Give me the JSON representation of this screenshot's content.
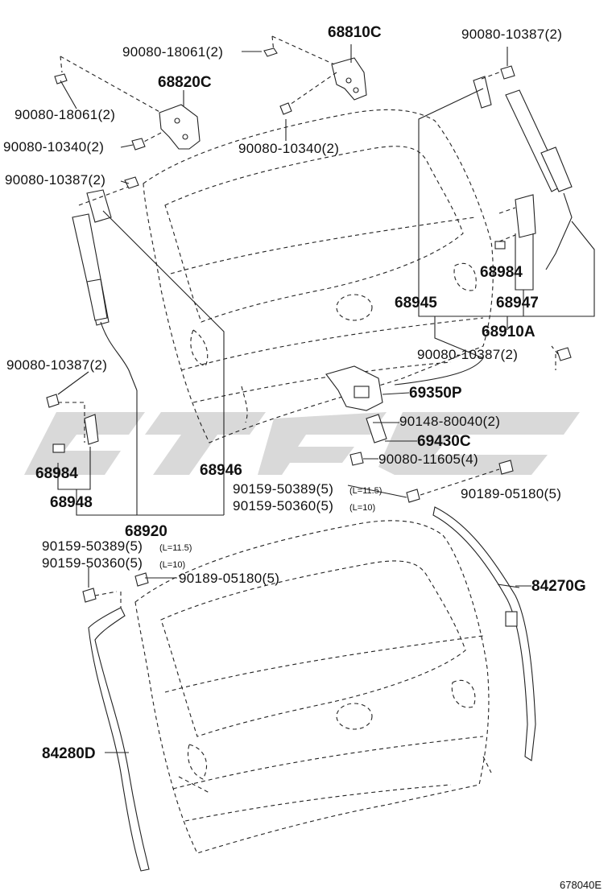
{
  "labels": {
    "l68810C": "68810C",
    "l68820C": "68820C",
    "l90080_18061_a": "90080-18061(2)",
    "l90080_18061_b": "90080-18061(2)",
    "l90080_10387_a": "90080-10387(2)",
    "l90080_10387_b": "90080-10387(2)",
    "l90080_10387_c": "90080-10387(2)",
    "l90080_10387_d": "90080-10387(2)",
    "l90080_10340_a": "90080-10340(2)",
    "l90080_10340_b": "90080-10340(2)",
    "l68984_a": "68984",
    "l68984_b": "68984",
    "l68947": "68947",
    "l68945": "68945",
    "l68910A": "68910A",
    "l69350P": "69350P",
    "l90148_80040": "90148-80040(2)",
    "l69430C": "69430C",
    "l90080_11605": "90080-11605(4)",
    "l68948": "68948",
    "l68946": "68946",
    "l68920": "68920",
    "l90159_50389_a": "90159-50389(5)",
    "l90159_50360_a": "90159-50360(5)",
    "l90159_50389_b": "90159-50389(5)",
    "l90159_50360_b": "90159-50360(5)",
    "lL115_a": "(L=11.5)",
    "lL10_a": "(L=10)",
    "lL115_b": "(L=11.5)",
    "lL10_b": "(L=10)",
    "l90189_05180_a": "90189-05180(5)",
    "l90189_05180_b": "90189-05180(5)",
    "l84270G": "84270G",
    "l84280D": "84280D",
    "code": "678040E"
  }
}
